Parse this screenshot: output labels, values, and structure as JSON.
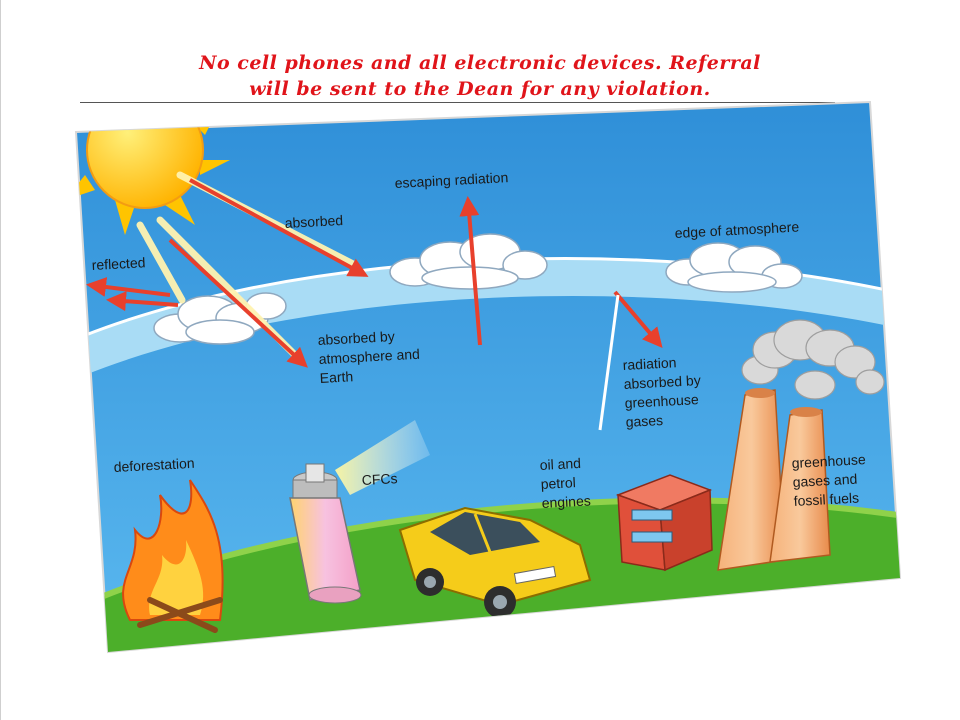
{
  "notice": {
    "line1": "No cell phones and all electronic devices.  Referral",
    "line2": "will be sent to the Dean for any violation."
  },
  "diagram": {
    "labels": {
      "escaping_radiation": "escaping radiation",
      "absorbed": "absorbed",
      "edge_of_atmosphere": "edge of atmosphere",
      "reflected": "reflected",
      "absorbed_by": [
        "absorbed by",
        "atmosphere and",
        "Earth"
      ],
      "radiation_absorbed": [
        "radiation",
        "absorbed by",
        "greenhouse",
        "gases"
      ],
      "deforestation": "deforestation",
      "cfcs": "CFCs",
      "oil_and_petrol": [
        "oil and",
        "petrol",
        "engines"
      ],
      "greenhouse_gases": [
        "greenhouse",
        "gases and",
        "fossil fuels"
      ]
    },
    "colors": {
      "sky": "#3aa3e0",
      "atmosphere_band": "#a9dcf5",
      "ground": "#4caf2a",
      "sun": "#ffd21a",
      "arrow": "#e8402c",
      "car": "#f5cc1a",
      "factory": "#e0503a",
      "chimney": "#f2a060"
    }
  }
}
